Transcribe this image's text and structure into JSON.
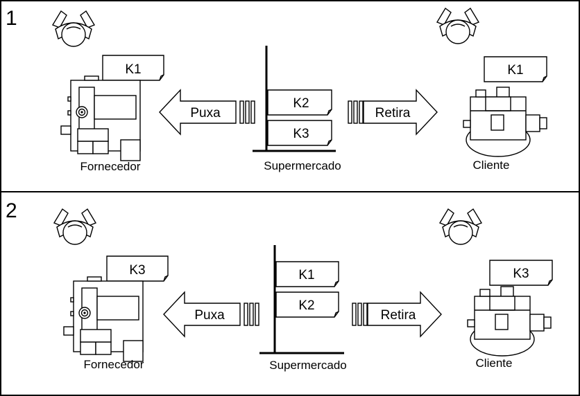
{
  "panels": [
    {
      "number": "1",
      "supplier": {
        "label": "Fornecedor",
        "card": "K1"
      },
      "supermarket": {
        "label": "Supermercado",
        "cards": [
          "K2",
          "K3"
        ]
      },
      "customer": {
        "label": "Cliente",
        "card": "K1"
      },
      "pull_arrow_label": "Puxa",
      "withdraw_arrow_label": "Retira"
    },
    {
      "number": "2",
      "supplier": {
        "label": "Fornecedor",
        "card": "K3"
      },
      "supermarket": {
        "label": "Supermercado",
        "cards": [
          "K1",
          "K2"
        ]
      },
      "customer": {
        "label": "Cliente",
        "card": "K3"
      },
      "pull_arrow_label": "Puxa",
      "withdraw_arrow_label": "Retira"
    }
  ]
}
